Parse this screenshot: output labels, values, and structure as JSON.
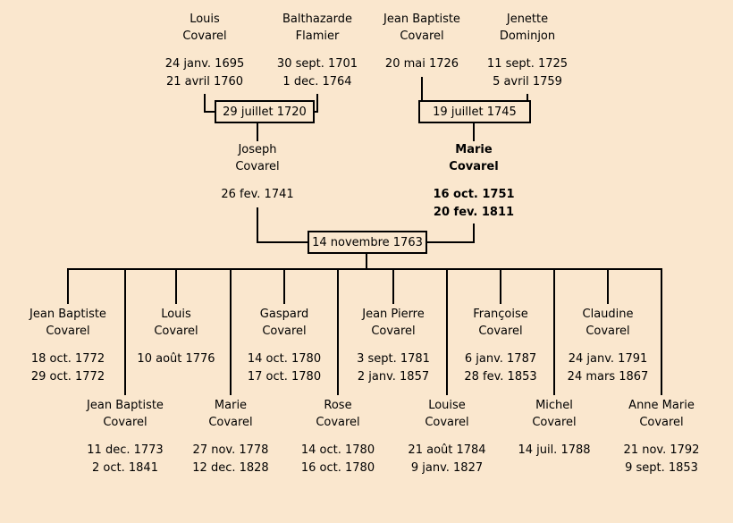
{
  "colors": {
    "background": "#fae7ce",
    "line": "#000000"
  },
  "marriages": [
    {
      "date": "29 juillet 1720"
    },
    {
      "date": "19 juillet 1745"
    },
    {
      "date": "14 novembre 1763"
    }
  ],
  "grandparents": [
    {
      "first": "Louis",
      "last": "Covarel",
      "birth": "24 janv. 1695",
      "death": "21 avril 1760"
    },
    {
      "first": "Balthazarde",
      "last": "Flamier",
      "birth": "30 sept. 1701",
      "death": "1 dec. 1764"
    },
    {
      "first": "Jean Baptiste",
      "last": "Covarel",
      "birth": "20 mai 1726",
      "death": ""
    },
    {
      "first": "Jenette",
      "last": "Dominjon",
      "birth": "11 sept. 1725",
      "death": "5 avril 1759"
    }
  ],
  "parents": [
    {
      "first": "Joseph",
      "last": "Covarel",
      "birth": "26 fev. 1741",
      "death": ""
    },
    {
      "first": "Marie",
      "last": "Covarel",
      "birth": "16 oct. 1751",
      "death": "20 fev. 1811"
    }
  ],
  "children_upper": [
    {
      "first": "Jean Baptiste",
      "last": "Covarel",
      "birth": "18 oct. 1772",
      "death": "29 oct. 1772"
    },
    {
      "first": "Louis",
      "last": "Covarel",
      "birth": "10 août 1776",
      "death": ""
    },
    {
      "first": "Gaspard",
      "last": "Covarel",
      "birth": "14 oct. 1780",
      "death": "17 oct. 1780"
    },
    {
      "first": "Jean Pierre",
      "last": "Covarel",
      "birth": "3 sept. 1781",
      "death": "2 janv. 1857"
    },
    {
      "first": "Françoise",
      "last": "Covarel",
      "birth": "6 janv. 1787",
      "death": "28 fev. 1853"
    },
    {
      "first": "Claudine",
      "last": "Covarel",
      "birth": "24 janv. 1791",
      "death": "24 mars 1867"
    }
  ],
  "children_lower": [
    {
      "first": "Jean Baptiste",
      "last": "Covarel",
      "birth": "11 dec. 1773",
      "death": "2 oct. 1841"
    },
    {
      "first": "Marie",
      "last": "Covarel",
      "birth": "27 nov. 1778",
      "death": "12 dec. 1828"
    },
    {
      "first": "Rose",
      "last": "Covarel",
      "birth": "14 oct. 1780",
      "death": "16 oct. 1780"
    },
    {
      "first": "Louise",
      "last": "Covarel",
      "birth": "21 août 1784",
      "death": "9 janv. 1827"
    },
    {
      "first": "Michel",
      "last": "Covarel",
      "birth": "14 juil. 1788",
      "death": ""
    },
    {
      "first": "Anne Marie",
      "last": "Covarel",
      "birth": "21 nov. 1792",
      "death": "9 sept. 1853"
    }
  ]
}
